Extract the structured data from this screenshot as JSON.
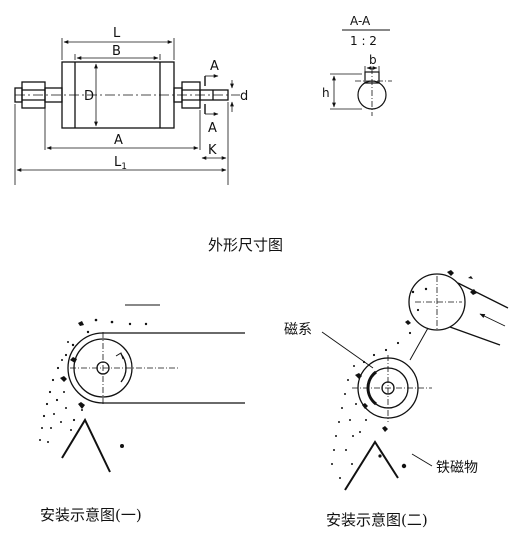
{
  "drawing": {
    "dimensions": {
      "L": "L",
      "B": "B",
      "D": "D",
      "A_inner": "A",
      "L1": "L",
      "L1_sub": "1",
      "A_right": "A",
      "K": "K",
      "A_arrow": "A",
      "d": "d"
    },
    "section": {
      "title": "A-A",
      "scale": "1 : 2",
      "b": "b",
      "h": "h"
    },
    "captions": {
      "outline": "外形尺寸图",
      "install_1": "安装示意图(一)",
      "install_2": "安装示意图(二)"
    },
    "labels": {
      "magnet_system": "磁系",
      "ferrous": "铁磁物"
    }
  }
}
